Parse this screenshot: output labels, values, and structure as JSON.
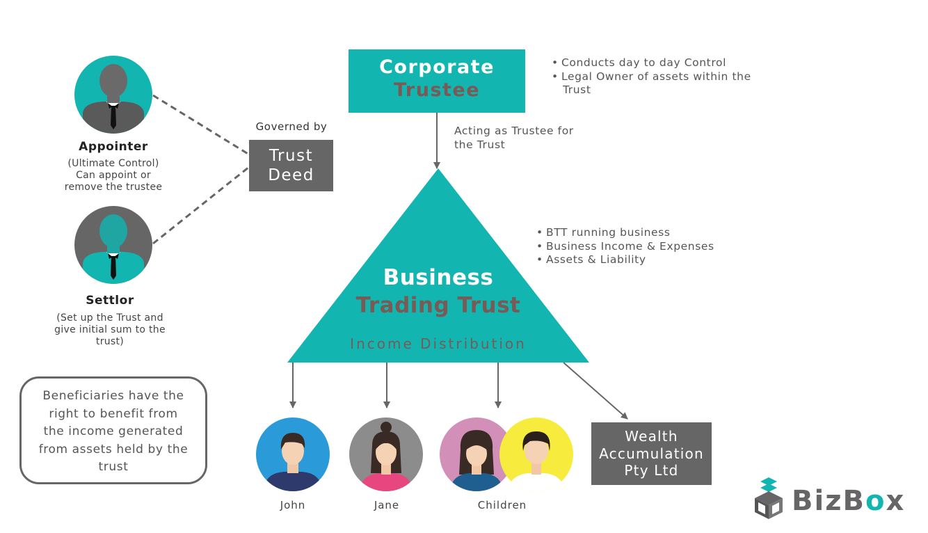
{
  "corporate_trustee": {
    "title_line1": "Corporate",
    "title_line2": "Trustee"
  },
  "trustee_bullets": [
    "Conducts day to day Control",
    "Legal Owner of assets within the",
    "Trust"
  ],
  "acting_note": {
    "line1": "Acting as Trustee for",
    "line2": "the Trust"
  },
  "governed_by": "Governed by",
  "trust_deed": {
    "line1": "Trust",
    "line2": "Deed"
  },
  "appointer": {
    "title": "Appointer",
    "desc": [
      "(Ultimate Control)",
      "Can appoint or",
      "remove the trustee"
    ]
  },
  "settlor": {
    "title": "Settlor",
    "desc": [
      "(Set up the Trust and",
      "give initial sum to the",
      "trust)"
    ]
  },
  "business_trust": {
    "line1": "Business",
    "line2": "Trading Trust",
    "distribution": "Income Distribution"
  },
  "business_bullets": [
    "BTT running business",
    "Business Income & Expenses",
    "Assets & Liability"
  ],
  "beneficiaries_note": [
    "Beneficiaries have the",
    "right to benefit from",
    "the income generated",
    "from assets held by the",
    "trust"
  ],
  "beneficiaries": {
    "john": "John",
    "jane": "Jane",
    "children": "Children"
  },
  "wealth_company": [
    "Wealth",
    "Accumulation",
    "Pty Ltd"
  ],
  "logo": {
    "text_part1": "BizB",
    "text_o": "o",
    "text_part2": "x"
  },
  "colors": {
    "teal": "#13b5b1",
    "grey_box": "#666666",
    "brown_text": "#795a55",
    "john_bg": "#2a9bd8",
    "jane_bg": "#8c8c8c",
    "child1_bg": "#d28fb7",
    "child2_bg": "#f7ec3e"
  }
}
